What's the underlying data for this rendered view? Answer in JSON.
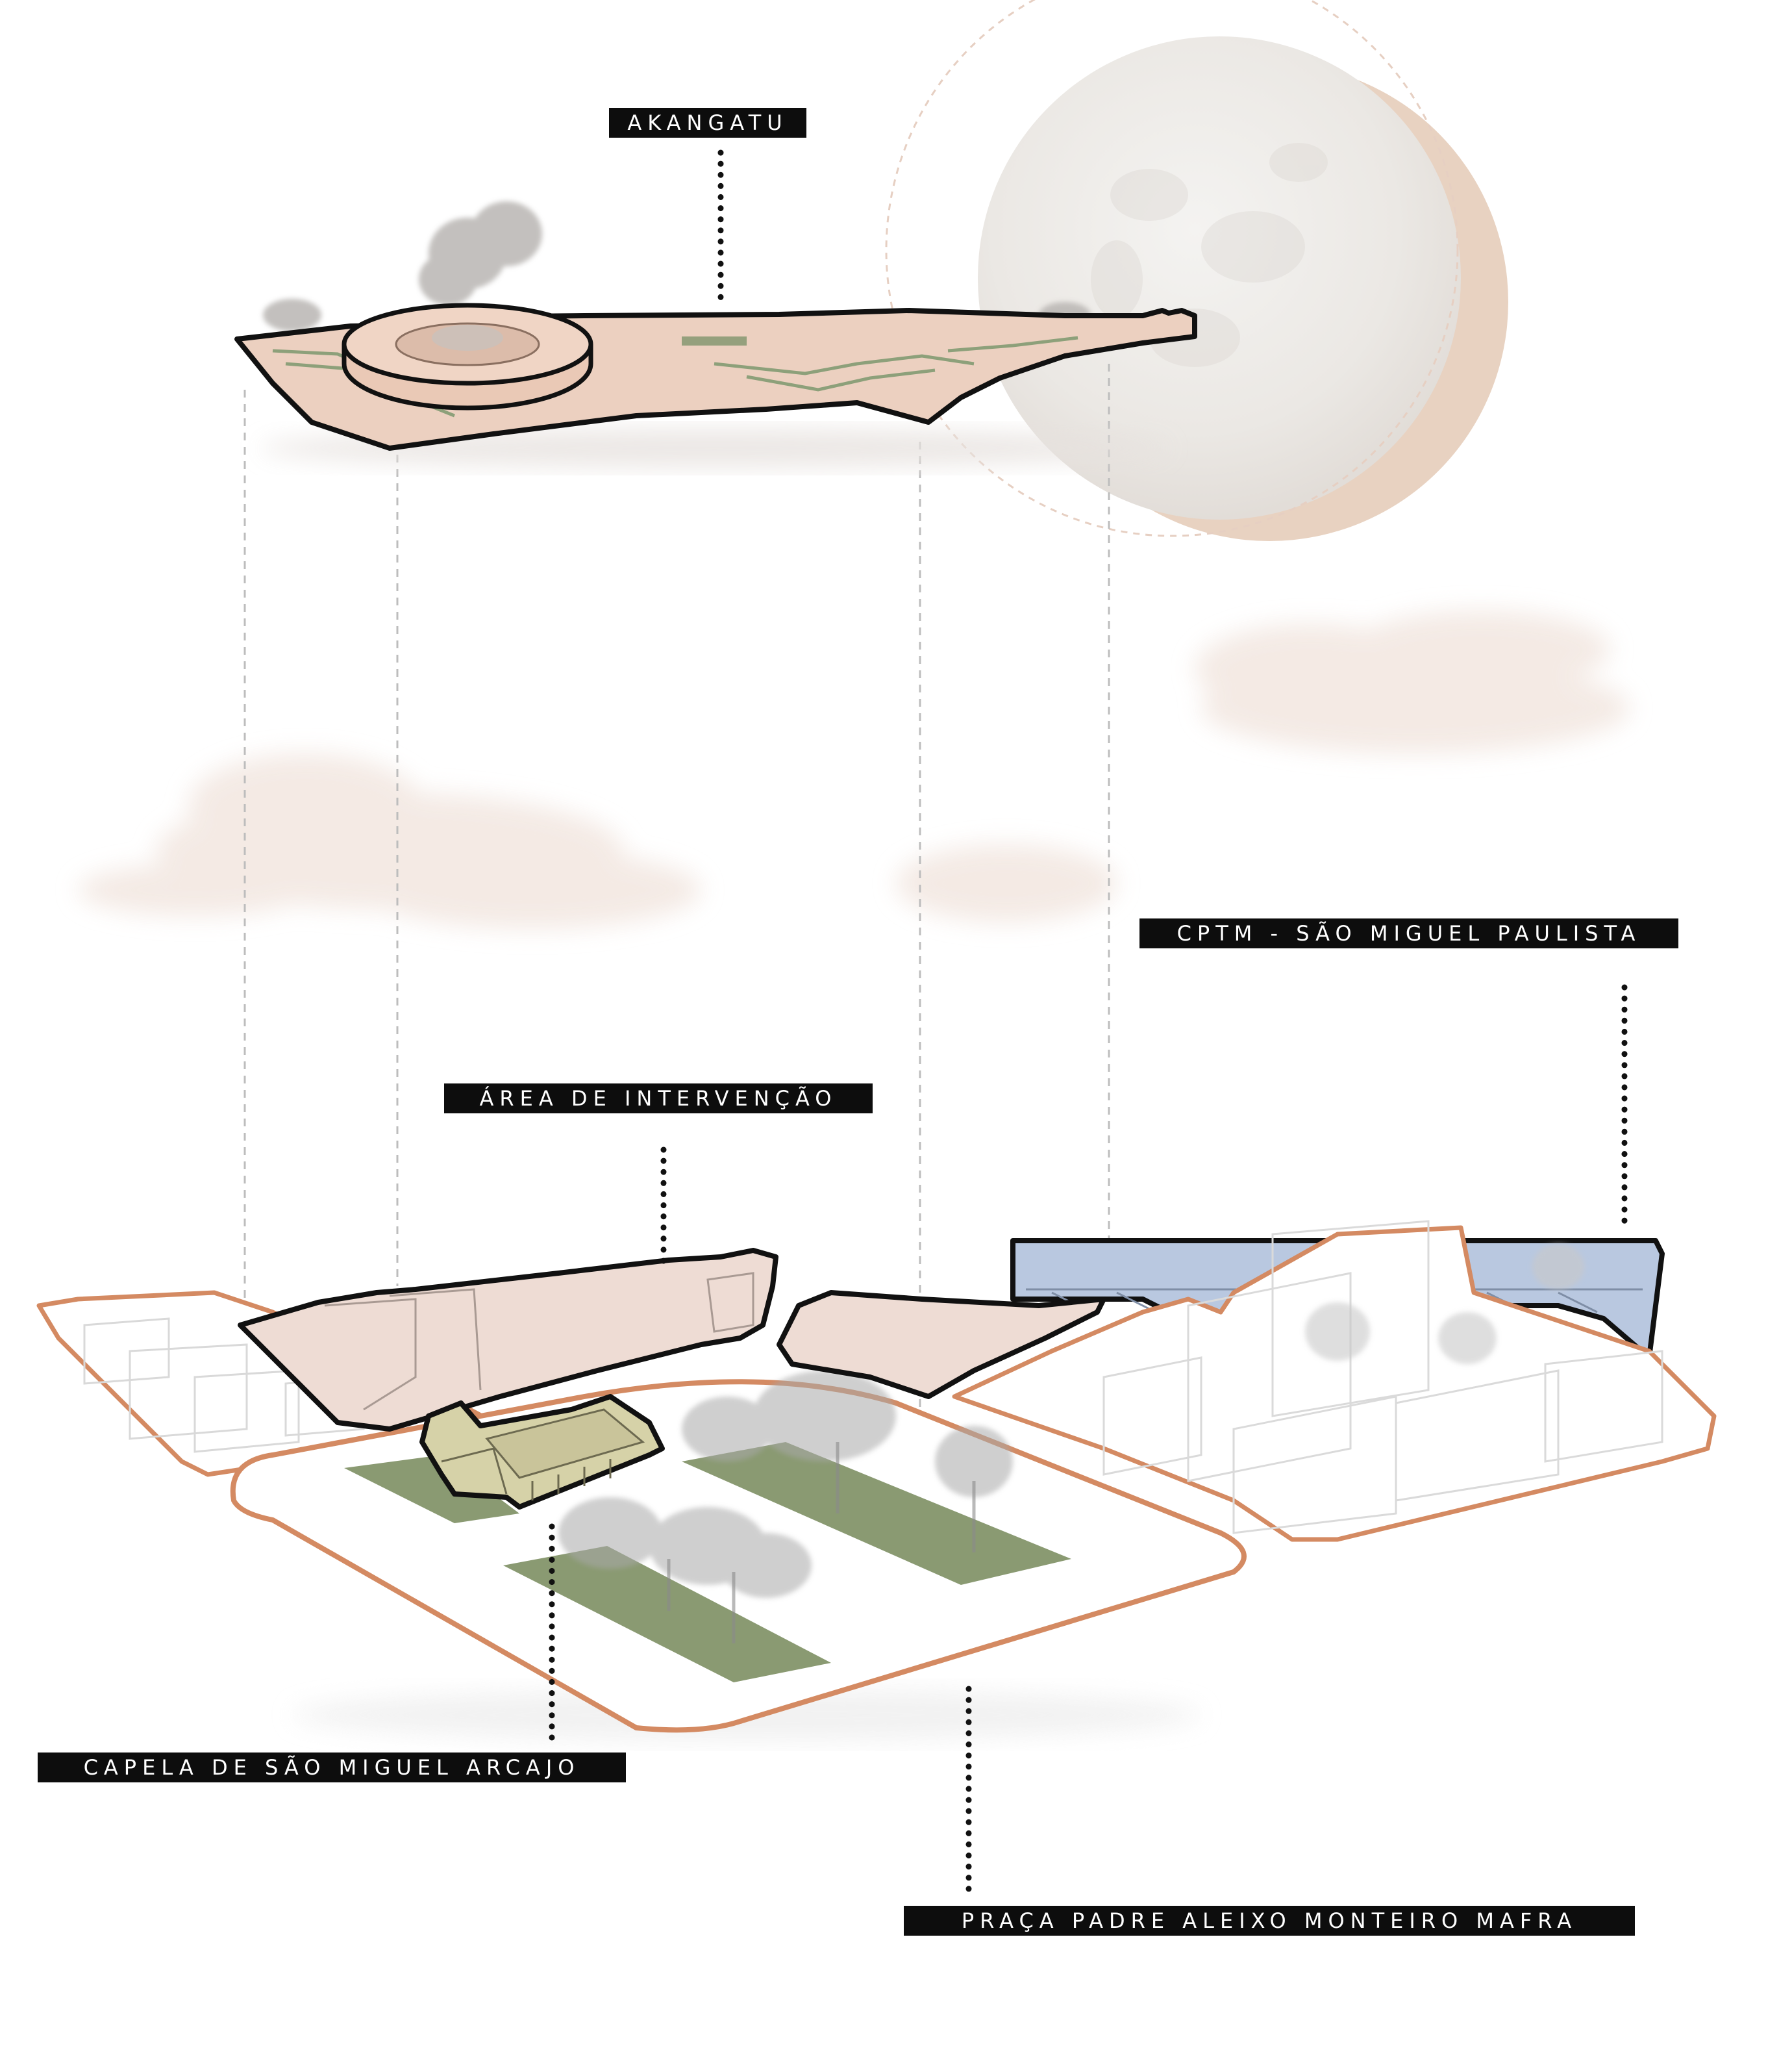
{
  "labels": {
    "akangatu": "AKANGATU",
    "cptm": "CPTM - SÃO MIGUEL PAULISTA",
    "area_intervencao": "ÁREA DE INTERVENÇÃO",
    "capela": "CAPELA DE SÃO MIGUEL ARCAJO",
    "praca": "PRAÇA PADRE ALEIXO MONTEIRO MAFRA"
  },
  "colors": {
    "label_background": "#0d0d0d",
    "label_text": "#ffffff",
    "platform_fill": "#ecd0c0",
    "intervention_fill": "#eedcd4",
    "outline": "#111111",
    "site_edge": "#d48a62",
    "lawn_green": "#8a9a72",
    "chapel_fill": "#d6d2a8",
    "station_blue": "#b9c8e0",
    "moon": "#efedea",
    "moon_shadow": "#e8d2c1",
    "cloud": "#f3e8e2"
  }
}
